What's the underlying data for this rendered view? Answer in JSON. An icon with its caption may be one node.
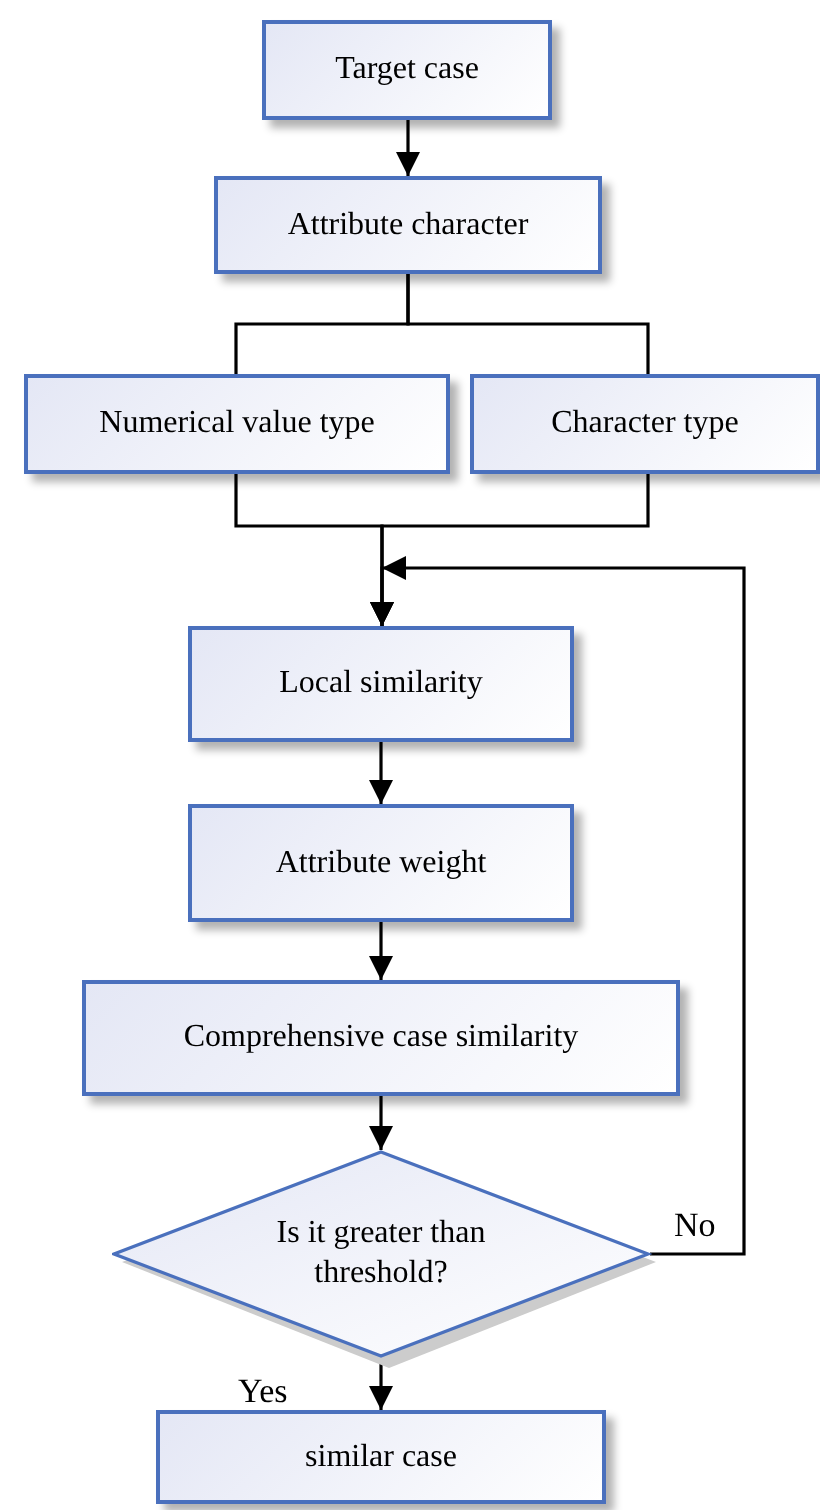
{
  "diagram": {
    "nodes": [
      {
        "text": [
          "Target case"
        ]
      },
      {
        "text": [
          "Attribute character"
        ]
      },
      {
        "text": [
          "Numerical value type"
        ]
      },
      {
        "text": [
          "Character type"
        ]
      },
      {
        "text": [
          "Local similarity"
        ]
      },
      {
        "text": [
          "Attribute weight"
        ]
      },
      {
        "text": [
          "Comprehensive case similarity"
        ]
      },
      {
        "text": [
          "Is it greater than threshold?"
        ]
      },
      {
        "text": [
          "similar case"
        ]
      }
    ],
    "edges": [
      {
        "from": 0,
        "to": 1,
        "arrow": "to"
      },
      {
        "from": 1,
        "to": 2,
        "arrow": "none"
      },
      {
        "from": 1,
        "to": 3,
        "arrow": "none"
      },
      {
        "from": 2,
        "to": 4,
        "arrow": "to"
      },
      {
        "from": 3,
        "to": 4,
        "arrow": "to"
      },
      {
        "from": 4,
        "to": 5,
        "arrow": "to"
      },
      {
        "from": 5,
        "to": 6,
        "arrow": "to"
      },
      {
        "from": 6,
        "to": 7,
        "arrow": "to"
      },
      {
        "from": 7,
        "to": 8,
        "arrow": "to",
        "label": "Yes"
      },
      {
        "from": 7,
        "to": 4,
        "arrow": "to",
        "label": "No"
      }
    ]
  }
}
